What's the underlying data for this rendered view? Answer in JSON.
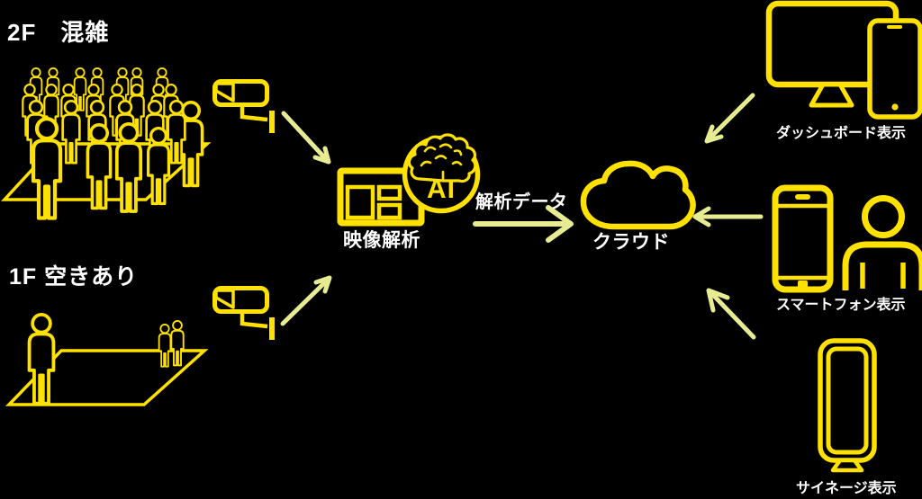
{
  "colors": {
    "background": "#000000",
    "icon": "#ffe100",
    "arrow": "#e7ec93",
    "text": "#ffffff"
  },
  "labels": {
    "floor2": "2F　混雑",
    "floor1": "1F 空きあり",
    "video_analysis": "映像解析",
    "ai": "AI",
    "analysis_data": "解析データ",
    "cloud": "クラウド",
    "dashboard": "ダッシュボード表示",
    "smartphone": "スマートフォン表示",
    "signage": "サイネージ表示"
  },
  "icons": {
    "crowd_2f": "crowd-of-people-icon",
    "vacant_1f": "sparse-people-icon",
    "camera_2f": "cctv-camera-icon",
    "camera_1f": "cctv-camera-icon",
    "video_analysis": "analysis-screen-icon",
    "ai_badge": "ai-brain-icon",
    "cloud": "cloud-icon",
    "dashboard": "desktop-and-tablet-icon",
    "smartphone_view": "smartphone-and-person-icon",
    "signage": "digital-signage-icon"
  },
  "flows": [
    {
      "from": "camera-2f",
      "to": "video-analysis"
    },
    {
      "from": "camera-1f",
      "to": "video-analysis"
    },
    {
      "from": "video-analysis",
      "to": "cloud",
      "label": "解析データ"
    },
    {
      "from": "dashboard",
      "to": "cloud"
    },
    {
      "from": "smartphone",
      "to": "cloud"
    },
    {
      "from": "signage",
      "to": "cloud"
    }
  ]
}
